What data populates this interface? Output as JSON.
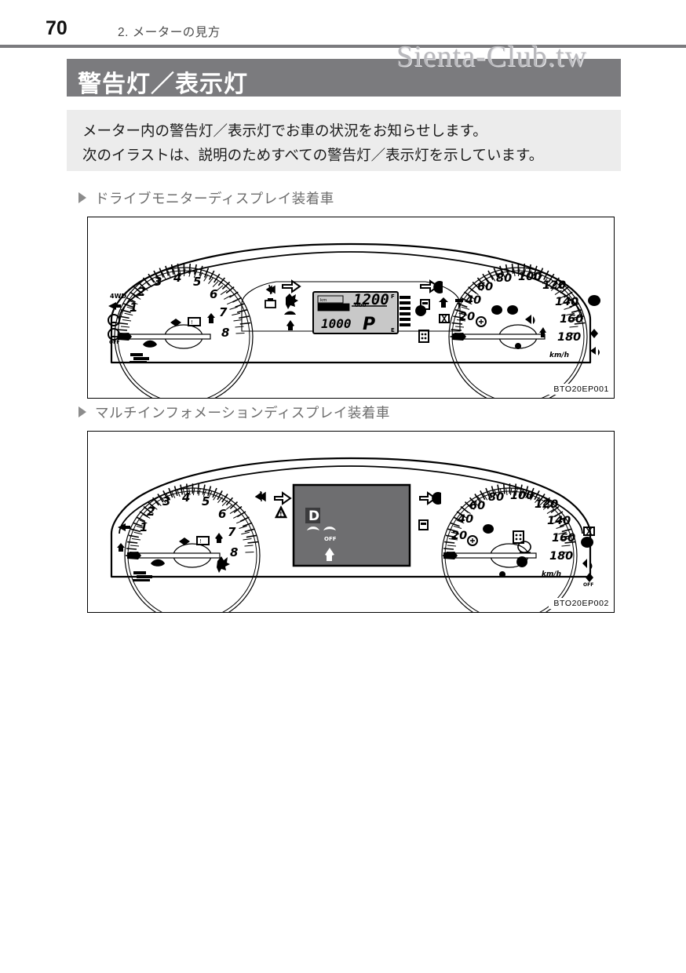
{
  "page": {
    "number": "70",
    "chapter_title": "2. メーターの見方",
    "watermark": "Sienta-Club.tw",
    "colors": {
      "bar_gray": "#7b7b7e",
      "intro_gray": "#ececec",
      "display_gray": "#6e6e70",
      "marker_gray": "#8c8c8c",
      "text_gray": "#6d6d6d"
    }
  },
  "section": {
    "title": "警告灯／表示灯"
  },
  "intro": {
    "lines": [
      "メーター内の警告灯／表示灯でお車の状況をお知らせします。",
      "次のイラストは、説明のためすべての警告灯／表示灯を示しています。"
    ]
  },
  "figures": [
    {
      "heading": "ドライブモニターディスプレイ装着車",
      "code": "BTO20EP001",
      "tachometer": {
        "ticks": [
          "1",
          "2",
          "3",
          "4",
          "5",
          "6",
          "7",
          "8"
        ],
        "unit": ""
      },
      "speedometer": {
        "ticks": [
          "20",
          "40",
          "60",
          "80",
          "100",
          "120",
          "140",
          "160",
          "180"
        ],
        "unit": "km/h"
      },
      "lcd": {
        "odometer": "1200",
        "trip": "1000",
        "shift_position": "P",
        "fuel_top": "F",
        "fuel_bottom": "E"
      }
    },
    {
      "heading": "マルチインフォメーションディスプレイ装着車",
      "code": "BTO20EP002",
      "tachometer": {
        "ticks": [
          "1",
          "2",
          "3",
          "4",
          "5",
          "6",
          "7",
          "8"
        ],
        "unit": ""
      },
      "speedometer": {
        "ticks": [
          "20",
          "40",
          "60",
          "80",
          "100",
          "120",
          "140",
          "160",
          "180"
        ],
        "unit": "km/h"
      },
      "multi_display": {
        "shift_position": "D",
        "icon_labels": [
          "OFF"
        ]
      }
    }
  ]
}
